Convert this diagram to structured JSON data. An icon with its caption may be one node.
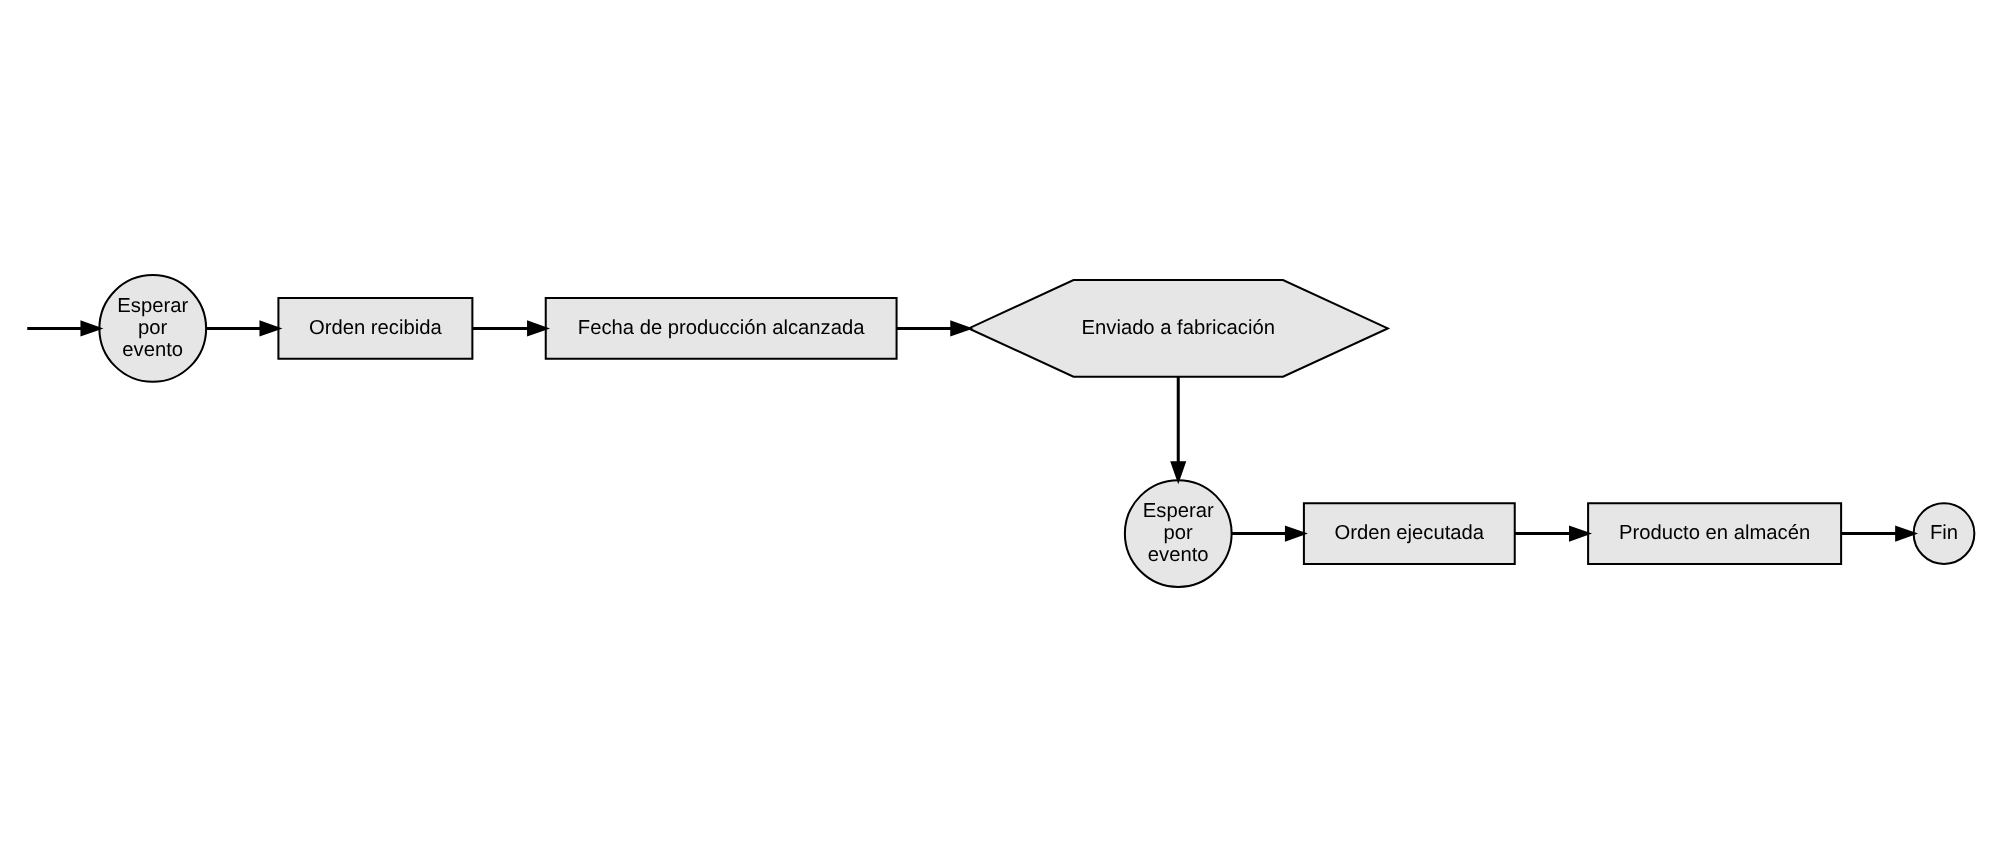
{
  "diagram": {
    "nodes": [
      {
        "text": [
          "Esperar por evento"
        ]
      },
      {
        "text": [
          "Orden recibida"
        ]
      },
      {
        "text": [
          "Fecha de producción alcanzada"
        ]
      },
      {
        "text": [
          "Enviado a fabricación"
        ]
      },
      {
        "text": [
          "Esperar por evento"
        ]
      },
      {
        "text": [
          "Orden ejecutada"
        ]
      },
      {
        "text": [
          "Producto en almacén"
        ]
      },
      {
        "text": [
          "Fin"
        ]
      }
    ],
    "edges": [
      {
        "from": null,
        "to": 0,
        "arrow": "to"
      },
      {
        "from": 0,
        "to": 1,
        "arrow": "to"
      },
      {
        "from": 1,
        "to": 2,
        "arrow": "to"
      },
      {
        "from": 2,
        "to": 3,
        "arrow": "to"
      },
      {
        "from": 3,
        "to": 4,
        "arrow": "to"
      },
      {
        "from": 4,
        "to": 5,
        "arrow": "to"
      },
      {
        "from": 5,
        "to": 6,
        "arrow": "to"
      },
      {
        "from": 6,
        "to": 7,
        "arrow": "to"
      }
    ]
  }
}
